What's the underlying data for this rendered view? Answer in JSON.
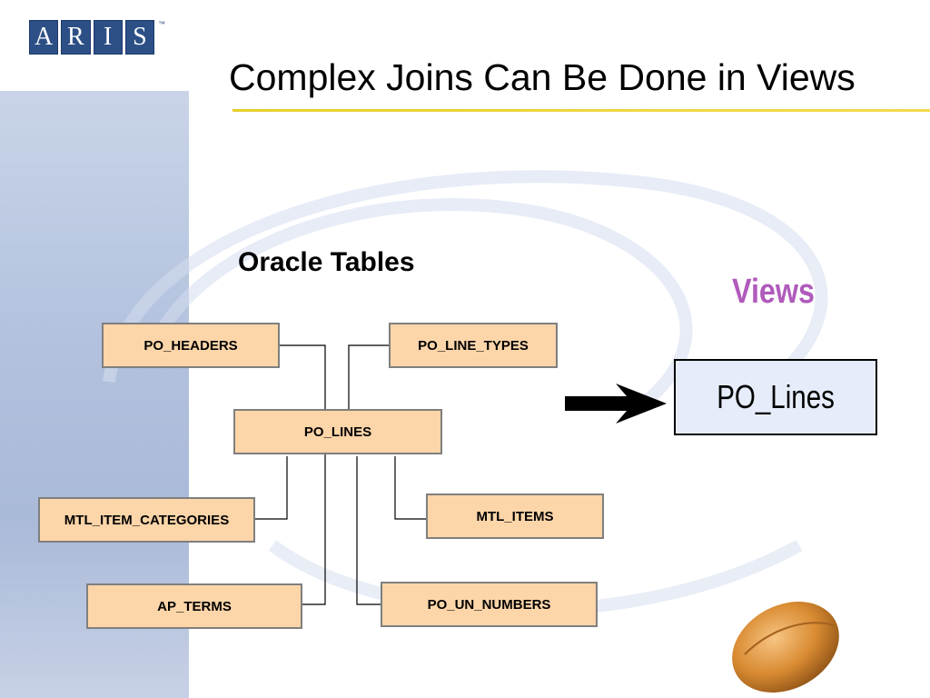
{
  "logo": {
    "letters": [
      "A",
      "R",
      "I",
      "S"
    ],
    "trademark": "™"
  },
  "title": "Complex Joins Can Be Done in Views",
  "oracle_tables_label": "Oracle Tables",
  "views_label": "Views",
  "tables": {
    "po_headers": "PO_HEADERS",
    "po_line_types": "PO_LINE_TYPES",
    "po_lines": "PO_LINES",
    "mtl_item_categories": "MTL_ITEM_CATEGORIES",
    "mtl_items": "MTL_ITEMS",
    "ap_terms": "AP_TERMS",
    "po_un_numbers": "PO_UN_NUMBERS"
  },
  "view": "PO_Lines",
  "colors": {
    "table_fill": "#fcd5a9",
    "view_fill": "#e6ecfa",
    "views_text": "#b05bbc",
    "logo_blue": "#2c4f86",
    "title_rule": "#e8cf2e"
  }
}
